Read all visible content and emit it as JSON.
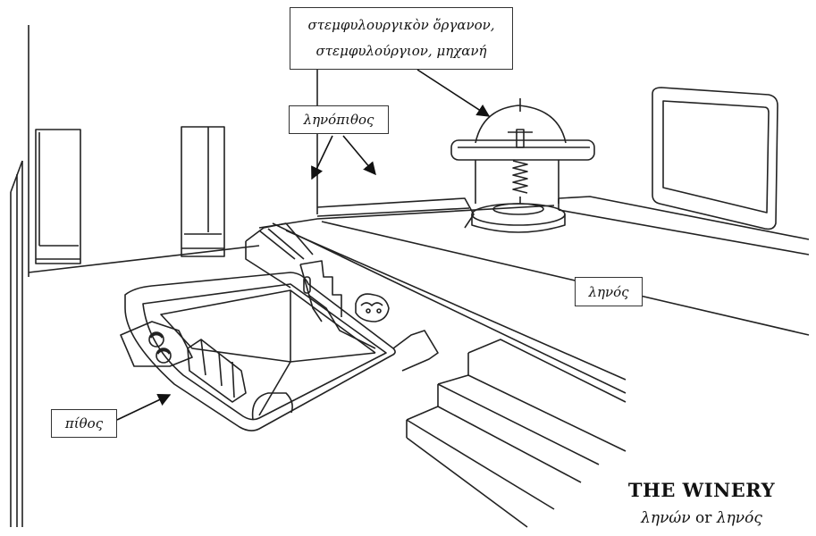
{
  "labels": {
    "press_line1": "στεμφυλουργικὸν ὄργανον,",
    "press_line2": "στεμφυλούργιον, μηχανή",
    "vat_pithos": "ληνόπιθος",
    "vat": "ληνός",
    "pithos": "πίθος"
  },
  "title": "THE WINERY",
  "subtitle": {
    "term1": "ληνών",
    "connector": "or",
    "term2": "ληνός"
  }
}
